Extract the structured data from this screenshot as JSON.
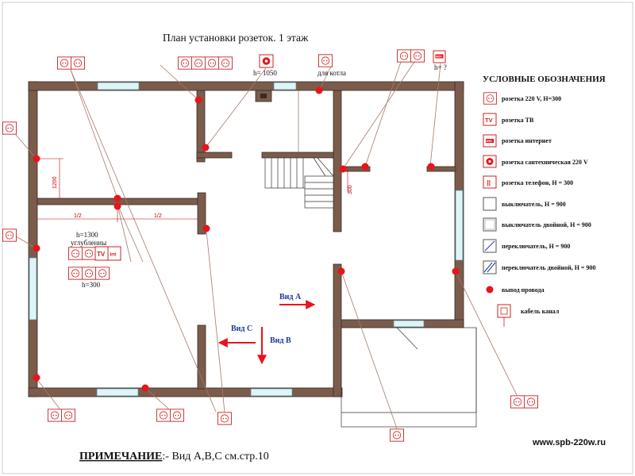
{
  "title": "План установки розеток.  1 этаж",
  "legend": {
    "title": "УСЛОВНЫЕ ОБОЗНАЧЕНИЯ",
    "items": [
      {
        "icon": "socket-220-icon",
        "text": "розетка 220 V, H=300"
      },
      {
        "icon": "tv-socket-icon",
        "text": "розетка ТВ",
        "glyph": "TV"
      },
      {
        "icon": "internet-socket-icon",
        "text": "розетка интернет",
        "glyph": "WiFi"
      },
      {
        "icon": "plumbing-socket-icon",
        "text": "розетка сантехническая 220 V"
      },
      {
        "icon": "phone-socket-icon",
        "text": "розетка телефон, H = 300",
        "glyph": "||"
      },
      {
        "icon": "switch-icon",
        "text": "выключатель, H = 900"
      },
      {
        "icon": "double-switch-icon",
        "text": "выключатель двойной, H = 900"
      },
      {
        "icon": "pass-switch-icon",
        "text": "переключатель, H = 900"
      },
      {
        "icon": "double-pass-switch-icon",
        "text": "переключатель двойной, H = 900"
      },
      {
        "icon": "wire-outlet-icon",
        "text": "вывод провода"
      },
      {
        "icon": "cable-channel-icon",
        "text": "кабель канал"
      }
    ]
  },
  "annotations": {
    "h1050": "h= 1050",
    "boiler": "для котла",
    "h_unknown": "h= ?",
    "h1300": "h=1300",
    "recessed": "углубленны",
    "h300": "h=300",
    "dim_1200": "1200",
    "dim_300": "300",
    "half_left": "1/2",
    "half_right": "1/2",
    "tv_glyph": "TV",
    "int_glyph": "int",
    "wifi_glyph": "WiFi"
  },
  "views": {
    "a": "Вид А",
    "b": "Вид В",
    "c": "Вид С"
  },
  "website": "www.spb-220w.ru",
  "note": {
    "label": "ПРИМЕЧАНИЕ",
    "text": ":- Вид А,В,С  см.стр.10"
  },
  "colors": {
    "wall": "#7b5c4c",
    "wall_edge": "#3a2a22",
    "socket_red": "#e8141c",
    "leader": "#a8796a",
    "window": "#dff4f7",
    "arrow_red": "#e8141c"
  }
}
